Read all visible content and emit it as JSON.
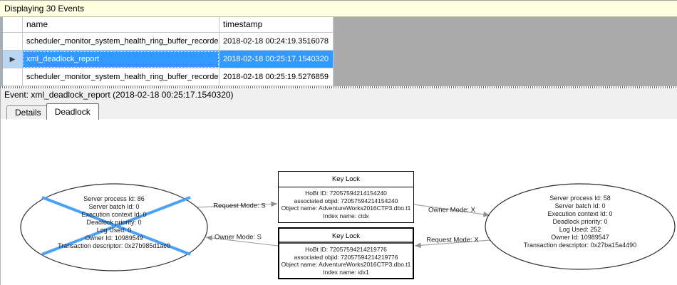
{
  "banner": {
    "text": "Displaying 30 Events"
  },
  "grid": {
    "columns": [
      "name",
      "timestamp"
    ],
    "selected_marker": "▶",
    "rows": [
      {
        "name": "scheduler_monitor_system_health_ring_buffer_recorded",
        "timestamp": "2018-02-18 00:24:19.3516078"
      },
      {
        "name": "xml_deadlock_report",
        "timestamp": "2018-02-18 00:25:17.1540320"
      },
      {
        "name": "scheduler_monitor_system_health_ring_buffer_recorded",
        "timestamp": "2018-02-18 00:25:19.5276859"
      }
    ]
  },
  "event_caption": "Event: xml_deadlock_report (2018-02-18 00:25:17.1540320)",
  "tabs": [
    {
      "label": "Details"
    },
    {
      "label": "Deadlock"
    }
  ],
  "graph": {
    "processes": [
      {
        "victim": true,
        "lines": [
          "Server process Id: 86",
          "Server batch Id: 0",
          "Execution context Id: 0",
          "Deadlock priority: 0",
          "Log Used: 0",
          "Owner Id: 10989549",
          "Transaction descriptor: 0x27b985d1ac0"
        ]
      },
      {
        "victim": false,
        "lines": [
          "Server process Id: 58",
          "Server batch Id: 0",
          "Execution context Id: 0",
          "Deadlock priority: 0",
          "Log Used: 252",
          "Owner Id: 10989547",
          "Transaction descriptor: 0x27ba15a4490"
        ]
      }
    ],
    "resources": [
      {
        "title": "Key Lock",
        "lines": [
          "HoBt ID: 72057594214154240",
          "associated objid: 72057594214154240",
          "Object name: AdventureWorks2016CTP3.dbo.t1",
          "Index name: cidx"
        ]
      },
      {
        "title": "Key Lock",
        "lines": [
          "HoBt ID: 72057594214219776",
          "associated objid: 72057594214219776",
          "Object name: AdventureWorks2016CTP3.dbo.t1",
          "Index name: idx1"
        ]
      }
    ],
    "edges": [
      {
        "label": "Request Mode: S"
      },
      {
        "label": "Owner Mode: S"
      },
      {
        "label": "Owner Mode: X"
      },
      {
        "label": "Request Mode: X"
      }
    ]
  },
  "colors": {
    "selection_blue": "#3399FF",
    "banner_bg": "#FFFFE1",
    "victim_cross_blue": "#4BA1F8",
    "selected_row_marker_bg": "#B9D7F3",
    "arrow_gray": "#A6A6A6"
  }
}
